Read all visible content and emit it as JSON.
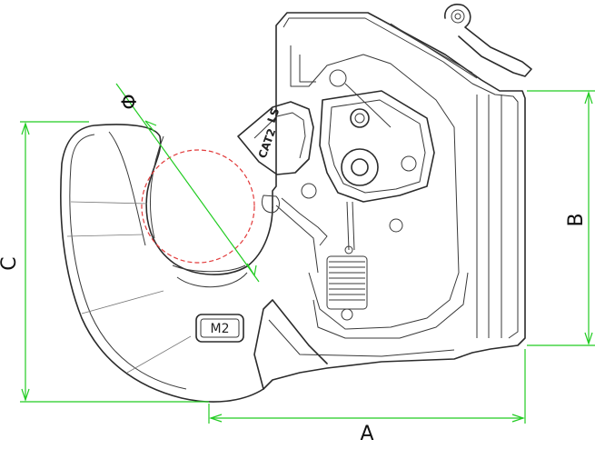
{
  "labels": {
    "phi": "Φ",
    "a": "A",
    "b": "B",
    "c": "C",
    "ls": "LS",
    "cat": "CAT2",
    "m2": "M2"
  },
  "colors": {
    "dimension_line": "#22cc22",
    "hook_circle": "#e23b3b",
    "outline": "#2b2b2b"
  }
}
